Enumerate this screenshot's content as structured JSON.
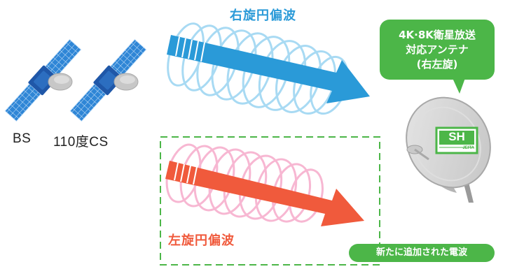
{
  "satellites": [
    {
      "label": "BS"
    },
    {
      "label": "110度CS"
    }
  ],
  "right_wave": {
    "title": "右旋円偏波"
  },
  "left_wave": {
    "title": "左旋円偏波"
  },
  "antenna_bubble": {
    "line1": "4K·8K衛星放送",
    "line2": "対応アンテナ",
    "line3": "(右左旋)"
  },
  "logo": {
    "mark": "SH",
    "sub": "JEITA"
  },
  "new_badge": {
    "label": "新たに追加された電波"
  },
  "colors": {
    "right_wave": "#2a9ad8",
    "right_rings": "#a8daf3",
    "left_wave": "#f05a3c",
    "left_rings": "#f7b7d2",
    "green": "#4cb648",
    "satellite_body": "#1f57a8",
    "satellite_panel": "#2a7ed0",
    "dish": "#d2d2d2"
  }
}
